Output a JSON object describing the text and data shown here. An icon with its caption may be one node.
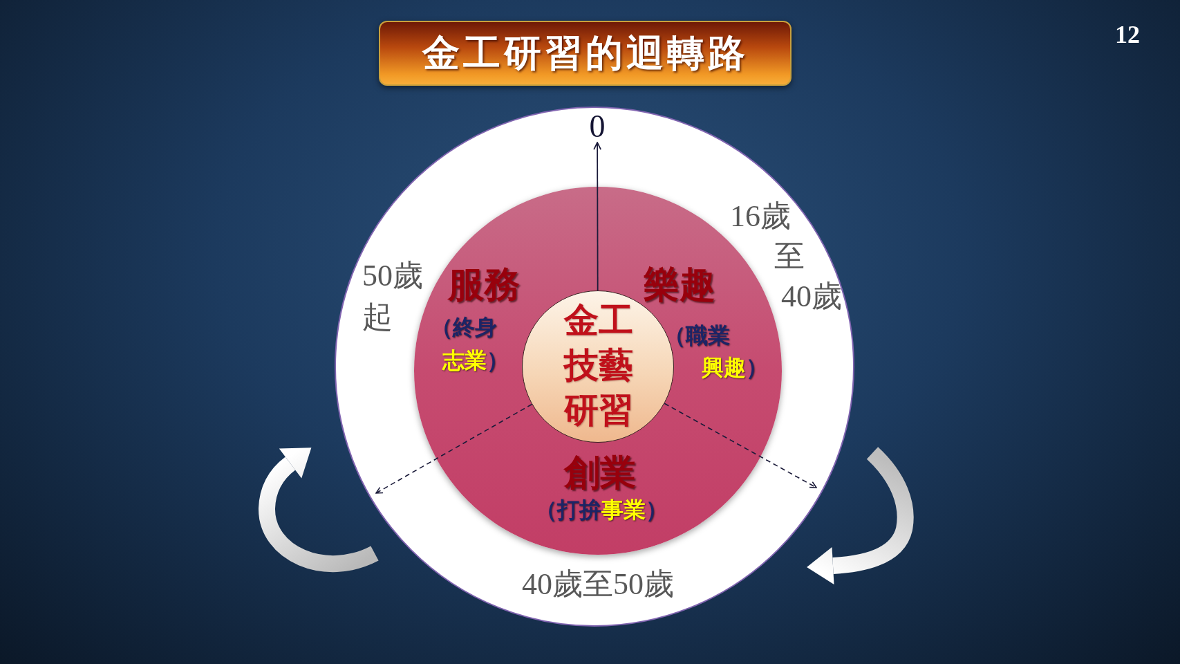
{
  "diagram": {
    "title": "金工研習的迴轉路",
    "nodes": [
      {
        "text": [
          "50歲起",
          "16歲至40歲",
          "40歲至50歲"
        ]
      },
      {
        "text": [
          "0"
        ],
        "in": 0
      },
      {
        "text": [
          "服務",
          "（終身志業）",
          "樂趣",
          "（職業興趣）",
          "創業",
          "（打拚事業）"
        ],
        "in": 0
      },
      {
        "text": [
          "金工技藝研習"
        ],
        "in": 2
      }
    ],
    "edges": [
      {
        "from": 3,
        "to": 1,
        "arrow": "to"
      },
      {
        "from": 3,
        "to": null,
        "arrow": "to",
        "style": "dashed"
      },
      {
        "from": 3,
        "to": null,
        "arrow": "to",
        "style": "dashed"
      }
    ],
    "labels": [
      "12"
    ]
  }
}
